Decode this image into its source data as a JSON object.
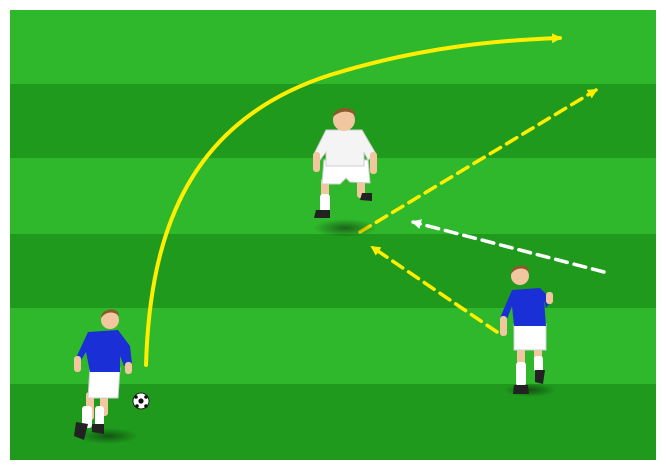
{
  "diagram": {
    "kind": "soccer-drill",
    "pitch": {
      "stripe_light": "#2fb82b",
      "stripe_dark": "#1f9a1d",
      "border": "#ffffff"
    },
    "colors": {
      "ball_path": "#ffee00",
      "run_path": "#ffee00",
      "defender_run": "#ffffff",
      "team_blue_shirt": "#1a2fd6",
      "team_white_shirt": "#f4f4f4",
      "shorts": "#ffffff",
      "socks": "#ffffff",
      "skin": "#f2c7a0",
      "hair": "#8a5a2a"
    },
    "players": [
      {
        "name": "attacker-with-ball",
        "team": "blue"
      },
      {
        "name": "defender",
        "team": "white"
      },
      {
        "name": "overlapping-runner",
        "team": "blue"
      }
    ],
    "arrows": [
      {
        "name": "long-pass-arrow",
        "style": "solid",
        "color": "yellow"
      },
      {
        "name": "diagonal-run-arrow",
        "style": "dashed",
        "color": "yellow"
      },
      {
        "name": "inward-run-arrow",
        "style": "dashed",
        "color": "yellow"
      },
      {
        "name": "defender-track-arrow",
        "style": "dashed",
        "color": "white"
      }
    ]
  }
}
